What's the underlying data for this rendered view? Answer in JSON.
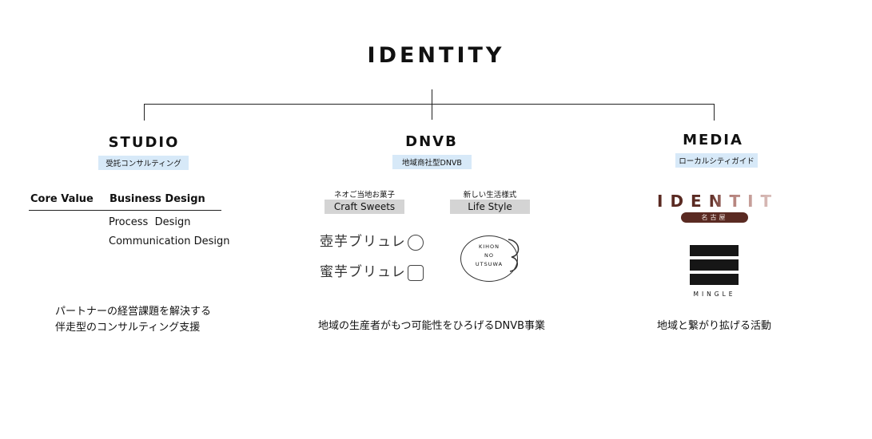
{
  "title": "IDENTITY",
  "colors": {
    "tag_blue": "#d7e9f8",
    "tag_gray": "#d4d4d4",
    "identity_dark": "#5a2a22",
    "identity_mid": "#b07a73",
    "identity_light": "#dcc2bf"
  },
  "studio": {
    "title": "STUDIO",
    "tag": "受託コンサルティング",
    "core_value": "Core Value",
    "business_design": "Business Design",
    "items": [
      "Process  Design",
      "Communication Design"
    ],
    "desc": [
      "パートナーの経営課題を解決する",
      "伴走型のコンサルティング支援"
    ]
  },
  "dnvb": {
    "title": "DNVB",
    "tag": "地域商社型DNVB",
    "craft": {
      "sub": "ネオご当地お菓子",
      "label": "Craft Sweets"
    },
    "life": {
      "sub": "新しい生活様式",
      "label": "Life Style"
    },
    "logos": [
      "壺芋ブリュレ",
      "蜜芋ブリュレ"
    ],
    "kihon": [
      "KIHON",
      "NO",
      "UTSUWA"
    ],
    "desc": "地域の生産者がもつ可能性をひろげるDNVB事業"
  },
  "media": {
    "title": "MEDIA",
    "tag": "ローカルシティガイド",
    "identity_logo": "IDENTITY",
    "nagoya": "名古屋",
    "mingle": "MINGLE",
    "desc": "地域と繋がり拡げる活動"
  }
}
